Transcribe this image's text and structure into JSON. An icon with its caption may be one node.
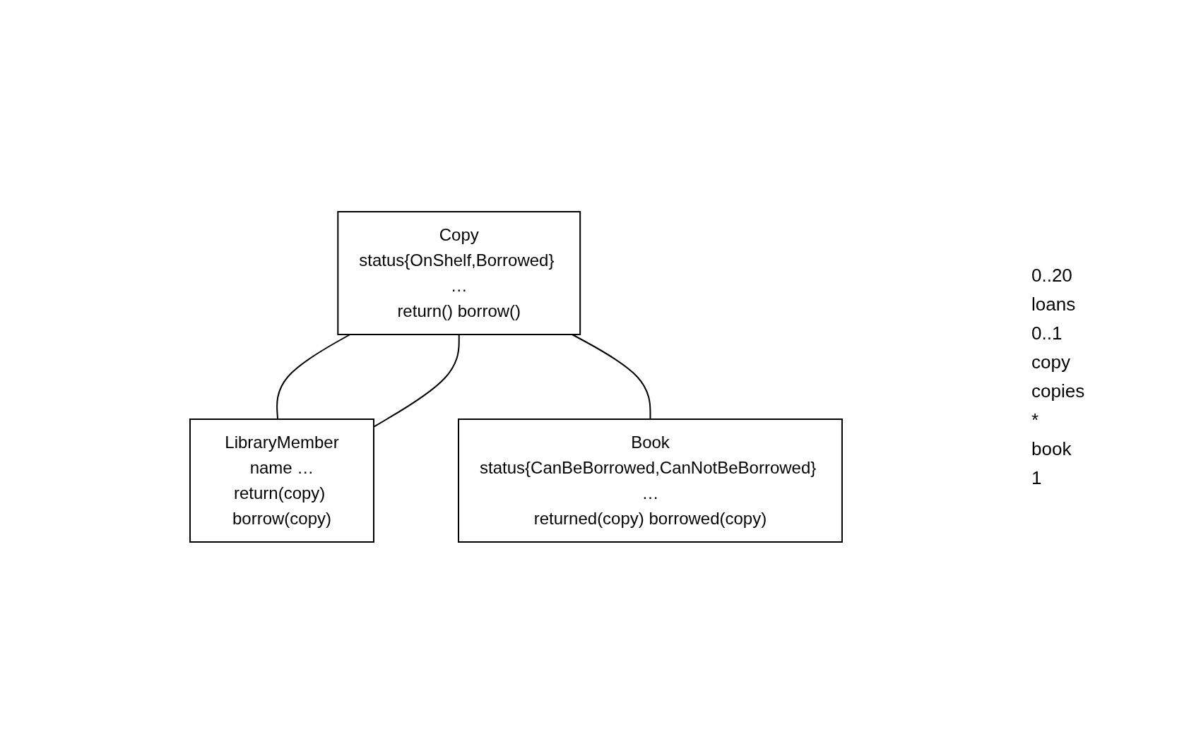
{
  "diagram": {
    "nodes": [
      {
        "text": [
          "Copy",
          "status{OnShelf,Borrowed} …",
          "return() borrow()"
        ]
      },
      {
        "text": [
          "LibraryMember",
          "name …",
          "return(copy) borrow(copy)"
        ]
      },
      {
        "text": [
          "Book",
          "status{CanBeBorrowed,CanNotBeBorrowed} …",
          "returned(copy) borrowed(copy)"
        ]
      }
    ],
    "edges": [
      {
        "from": 0,
        "to": 1,
        "arrow": "none"
      },
      {
        "from": 0,
        "to": 1,
        "arrow": "none"
      },
      {
        "from": 0,
        "to": 2,
        "arrow": "none"
      }
    ],
    "labels": [
      "0..20",
      "loans",
      "0..1",
      "copy",
      "copies",
      "*",
      "book",
      "1"
    ]
  }
}
